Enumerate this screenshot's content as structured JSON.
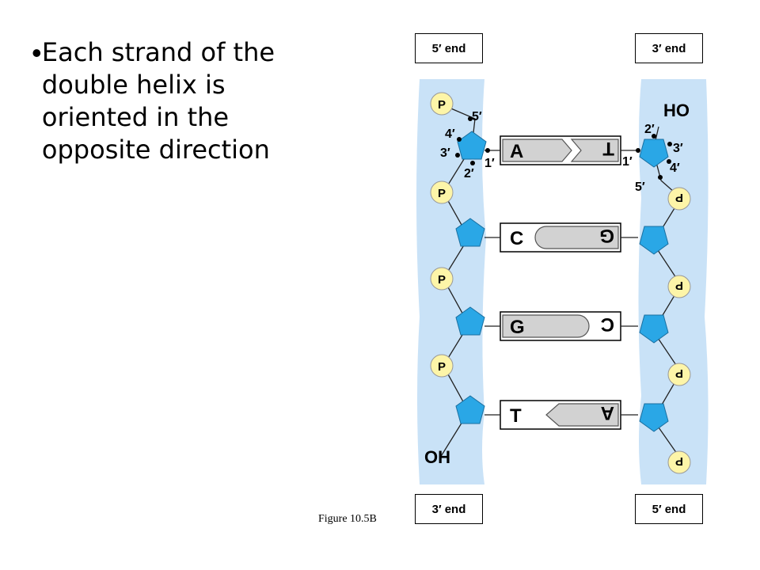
{
  "slide": {
    "bullet_glyph": "•",
    "bullet_text": "Each strand of the double helix is oriented in the opposite direction",
    "caption": "Figure 10.5B"
  },
  "strand_ends": {
    "top_left": "5′ end",
    "top_right": "3′ end",
    "bottom_left": "3′ end",
    "bottom_right": "5′ end"
  },
  "base_pairs": [
    {
      "left": "A",
      "right": "T"
    },
    {
      "left": "C",
      "right": "G"
    },
    {
      "left": "G",
      "right": "C"
    },
    {
      "left": "T",
      "right": "A"
    }
  ],
  "phosphate_label": "P",
  "left_strand_terminal": "OH",
  "right_strand_terminal": "HO",
  "carbon_labels": {
    "left": {
      "c5": "5′",
      "c4": "4′",
      "c3": "3′",
      "c2": "2′",
      "c1": "1′"
    },
    "right": {
      "c5": "5′",
      "c4": "4′",
      "c3": "3′",
      "c2": "2′",
      "c1": "1′"
    }
  },
  "colors": {
    "backbone_band": "#c9e2f7",
    "sugar": "#2aa7e6",
    "phosphate": "#fdf5a8",
    "base_block": "#d2d2d2"
  }
}
